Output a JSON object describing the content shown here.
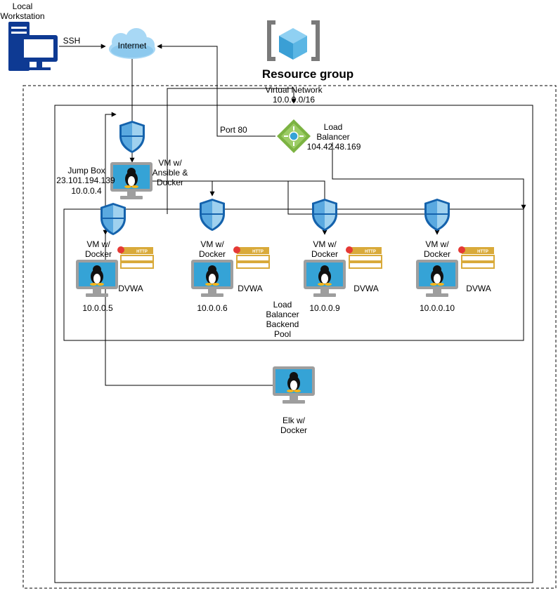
{
  "diagram": {
    "resource_group_label": "Resource group",
    "virtual_network": {
      "name": "Virtual Network",
      "cidr": "10.0.0.0/16"
    },
    "workstation_label": "Local\nWorkstation",
    "ssh_label": "SSH",
    "internet_label": "Internet",
    "port80_label": "Port 80",
    "load_balancer": {
      "name": "Load\nBalancer",
      "ip": "104.42.48.169"
    },
    "jump_box": {
      "name": "Jump Box",
      "public_ip": "23.101.194.139",
      "private_ip": "10.0.0.4",
      "role": "VM w/\nAnsible &\nDocker"
    },
    "backend_pool_label": "Load\nBalancer\nBackend\nPool",
    "web_vms": [
      {
        "role": "VM w/\nDocker",
        "app": "DVWA",
        "ip": "10.0.0.5",
        "icon": "linux-vm-icon"
      },
      {
        "role": "VM w/\nDocker",
        "app": "DVWA",
        "ip": "10.0.0.6",
        "icon": "linux-vm-icon"
      },
      {
        "role": "VM w/\nDocker",
        "app": "DVWA",
        "ip": "10.0.0.9",
        "icon": "linux-vm-icon"
      },
      {
        "role": "VM w/\nDocker",
        "app": "DVWA",
        "ip": "10.0.0.10",
        "icon": "linux-vm-icon"
      }
    ],
    "elk": {
      "role": "Elk w/\nDocker",
      "icon": "linux-vm-icon"
    },
    "http_badge_text": "HTTP",
    "colors": {
      "monitor_frame": "#9e9e9e",
      "monitor_screen": "#35a3d6",
      "shield_dark": "#1462ac",
      "shield_light": "#9fd1ef",
      "workstation": "#0e3a93",
      "cloud": "#a8d8f5",
      "lb_green": "#7cb342",
      "http_gold": "#d9aa3a",
      "http_red": "#e53935",
      "resource_cube": "#5bb6e4"
    }
  }
}
